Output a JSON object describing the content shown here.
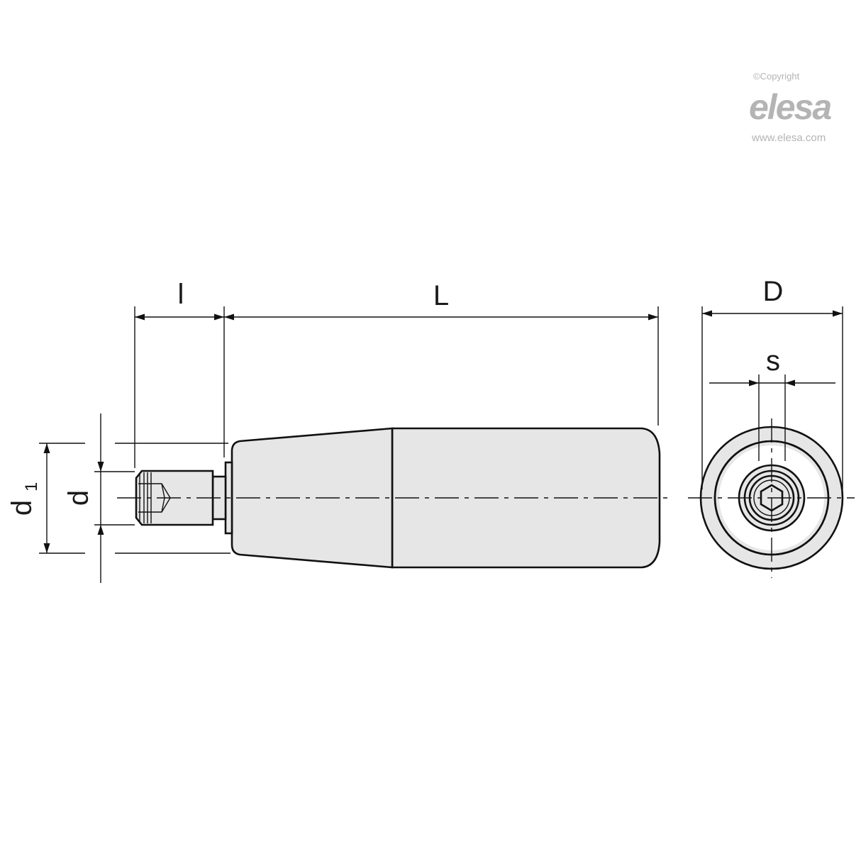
{
  "watermark": {
    "copyright": "©Copyright",
    "brand": "elesa",
    "url": "www.elesa.com"
  },
  "dimensions": {
    "l": "l",
    "L": "L",
    "D": "D",
    "s": "s",
    "d": "d",
    "d1_main": "d",
    "d1_sub": "1"
  },
  "colors": {
    "fill": "#e6e6e6",
    "line": "#111111",
    "watermark": "#b4b4b4"
  }
}
